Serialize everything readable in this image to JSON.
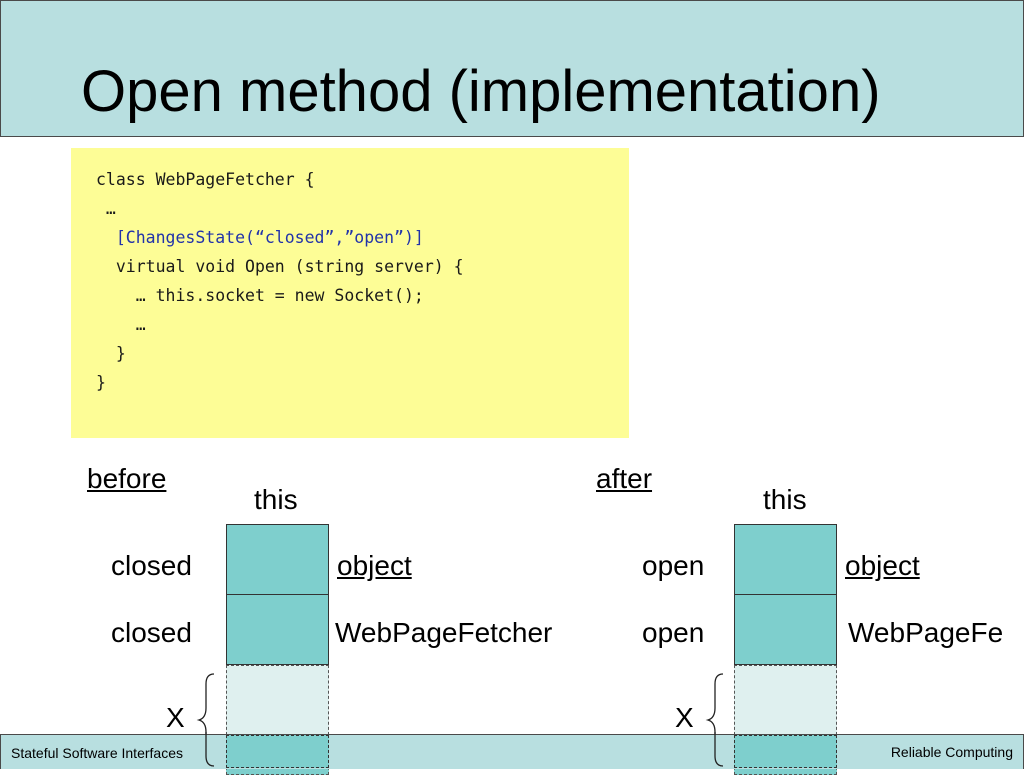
{
  "slide": {
    "title": "Open method (implementation)",
    "code": [
      {
        "text": "class WebPageFetcher {",
        "kind": "normal",
        "indent": 0
      },
      {
        "text": " …",
        "kind": "normal",
        "indent": 0
      },
      {
        "text": "  [ChangesState(“closed”,”open”)]",
        "kind": "attr",
        "indent": 0
      },
      {
        "text": "  virtual void Open (string server) {",
        "kind": "normal",
        "indent": 0
      },
      {
        "text": "    … this.socket = new Socket();",
        "kind": "normal",
        "indent": 0
      },
      {
        "text": "    …",
        "kind": "normal",
        "indent": 0
      },
      {
        "text": "  }",
        "kind": "normal",
        "indent": 0
      },
      {
        "text": "}",
        "kind": "normal",
        "indent": 0
      }
    ],
    "before": {
      "heading": "before",
      "this_label": "this",
      "rows": [
        {
          "state": "closed",
          "type": "object"
        },
        {
          "state": "closed",
          "type": "WebPageFetcher"
        }
      ],
      "x_label": "X"
    },
    "after": {
      "heading": "after",
      "this_label": "this",
      "rows": [
        {
          "state": "open",
          "type": "object"
        },
        {
          "state": "open",
          "type": "WebPageFe"
        }
      ],
      "x_label": "X"
    },
    "footer": {
      "left": "Stateful Software Interfaces",
      "right": "Reliable Computing"
    }
  },
  "colors": {
    "title_bg": "#b8dfe0",
    "code_bg": "#fdfd96",
    "cell_solid": "#7ecfcd",
    "cell_light": "#dff0ef",
    "attr_text": "#2233aa"
  }
}
